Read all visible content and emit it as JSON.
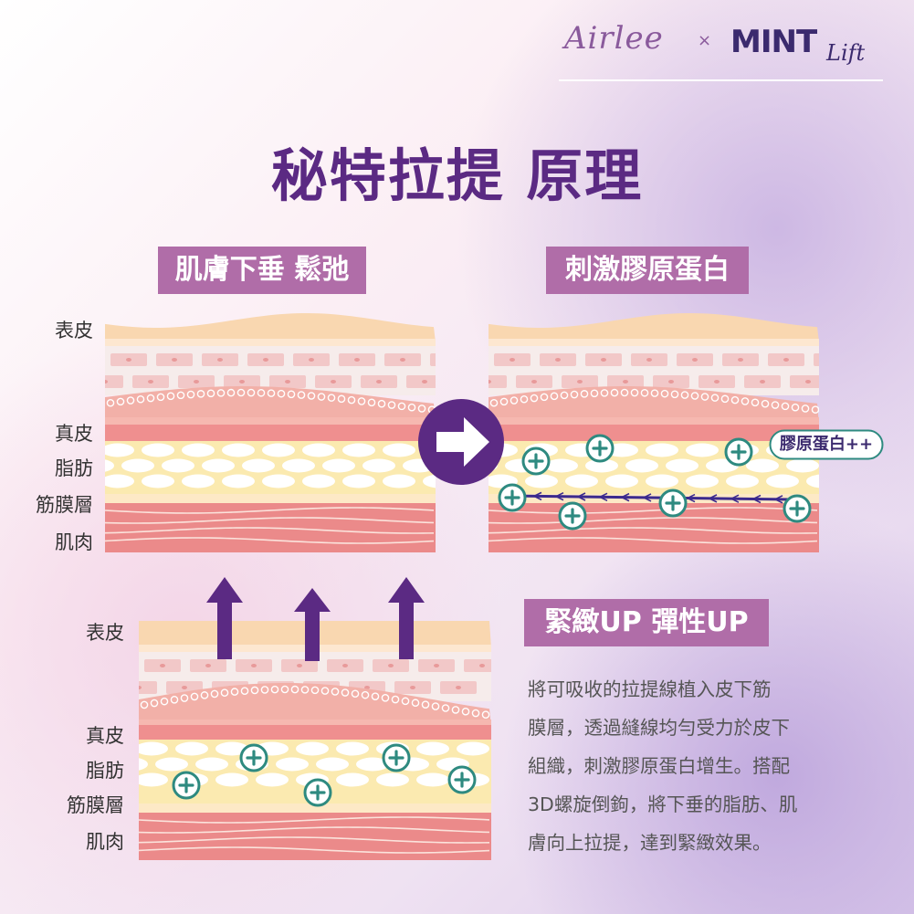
{
  "brand": {
    "airlee": "Airlee",
    "separator": "×",
    "mint": "MINT",
    "lift": "Lift"
  },
  "title": "秘特拉提 原理",
  "panels": {
    "sagging": {
      "tag": "肌膚下垂 鬆弛"
    },
    "stimulate": {
      "tag": "刺激膠原蛋白",
      "collagen_badge": "膠原蛋白++"
    },
    "firm": {
      "tag": "緊緻UP 彈性UP"
    }
  },
  "layers": {
    "epidermis": "表皮",
    "dermis": "真皮",
    "fat": "脂肪",
    "fascia": "筋膜層",
    "muscle": "肌肉"
  },
  "description": [
    "將可吸收的拉提線植入皮下筋",
    "膜層，透過縫線均勻受力於皮下",
    "組織，刺激膠原蛋白增生。搭配",
    "3D螺旋倒鉤，將下垂的脂肪、肌",
    "膚向上拉提，達到緊緻效果。"
  ],
  "colors": {
    "title": "#5b2a83",
    "tag_bg": "#b06da8",
    "arrow": "#5b2a83",
    "plus_ring": "#2e8a80",
    "epidermis": "#f9d7b0",
    "dermis": "#ef8f8f",
    "fat": "#fbeab0",
    "muscle": "#eb8a8a"
  }
}
